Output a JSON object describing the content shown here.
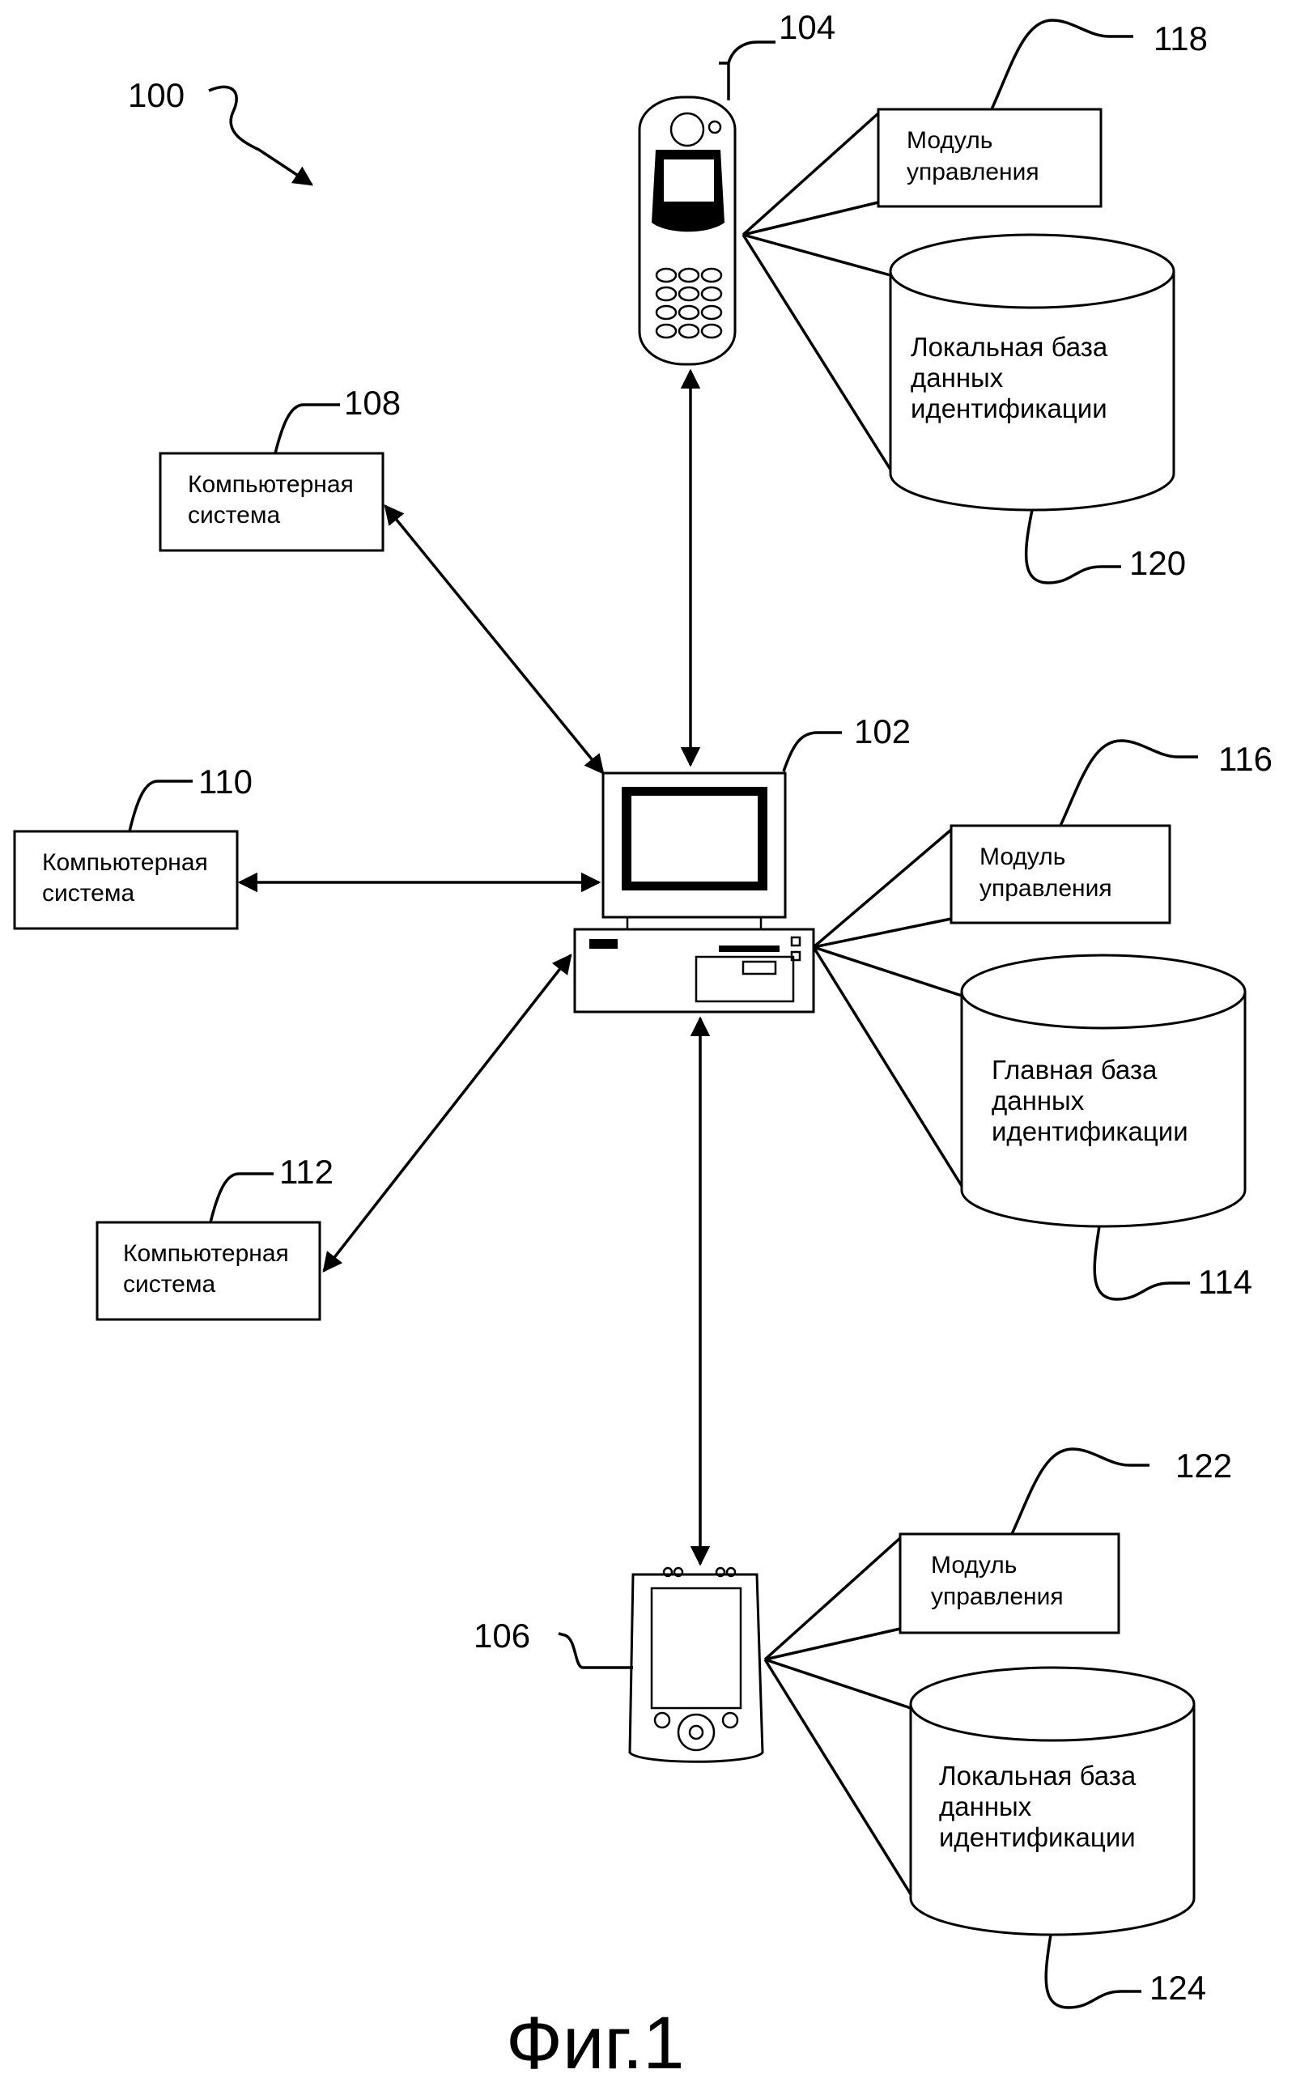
{
  "figure": {
    "caption": "Фиг.1",
    "system_ref": "100"
  },
  "server": {
    "ref": "102"
  },
  "phone": {
    "ref": "104"
  },
  "pda": {
    "ref": "106"
  },
  "computer_systems": [
    {
      "ref": "108",
      "line1": "Компьютерная",
      "line2": "система"
    },
    {
      "ref": "110",
      "line1": "Компьютерная",
      "line2": "система"
    },
    {
      "ref": "112",
      "line1": "Компьютерная",
      "line2": "система"
    }
  ],
  "modules": [
    {
      "ref": "118",
      "line1": "Модуль",
      "line2": "управления"
    },
    {
      "ref": "116",
      "line1": "Модуль",
      "line2": "управления"
    },
    {
      "ref": "122",
      "line1": "Модуль",
      "line2": "управления"
    }
  ],
  "databases": [
    {
      "ref": "120",
      "line1": "Локальная база",
      "line2": "данных",
      "line3": "идентификации"
    },
    {
      "ref": "114",
      "line1": "Главная база",
      "line2": "данных",
      "line3": "идентификации"
    },
    {
      "ref": "124",
      "line1": "Локальная база",
      "line2": "данных",
      "line3": "идентификации"
    }
  ]
}
